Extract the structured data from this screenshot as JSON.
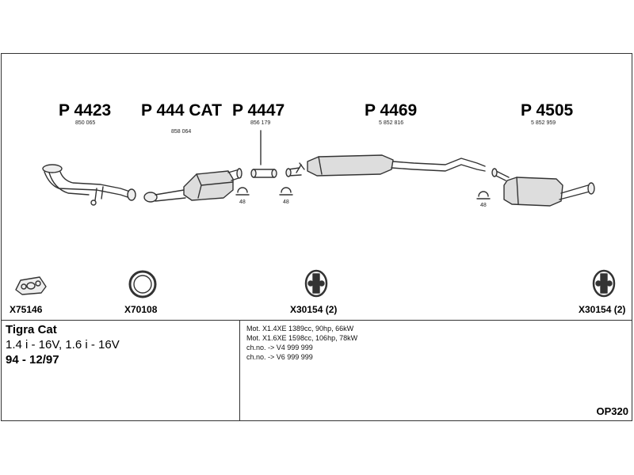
{
  "parts": [
    {
      "part_no": "P 4423",
      "oe_no": "850 065"
    },
    {
      "part_no": "P 444 CAT",
      "oe_no": "858 064"
    },
    {
      "part_no": "P 4447",
      "oe_no": "856 179"
    },
    {
      "part_no": "P 4469",
      "oe_no": "5 852 816"
    },
    {
      "part_no": "P 4505",
      "oe_no": "5 852 959"
    }
  ],
  "clamp_labels": [
    "48",
    "48",
    "48"
  ],
  "accessories": [
    {
      "code": "X75146",
      "icon": "gasket-icon"
    },
    {
      "code": "X70108",
      "icon": "sealing-ring-icon"
    },
    {
      "code": "X30154 (2)",
      "icon": "rubber-mount-icon"
    },
    {
      "code": "X30154 (2)",
      "icon": "rubber-mount-icon"
    }
  ],
  "vehicle": {
    "model": "Tigra Cat",
    "engine": "1.4 i - 16V, 1.6 i - 16V",
    "years": "94 - 12/97"
  },
  "notes": [
    "Mot. X1.4XE 1389cc, 90hp, 66kW",
    "Mot. X1.6XE 1598cc, 106hp, 78kW",
    "ch.no. -> V4 999 999",
    "ch.no. -> V6 999 999"
  ],
  "diagram_code": "OP320"
}
